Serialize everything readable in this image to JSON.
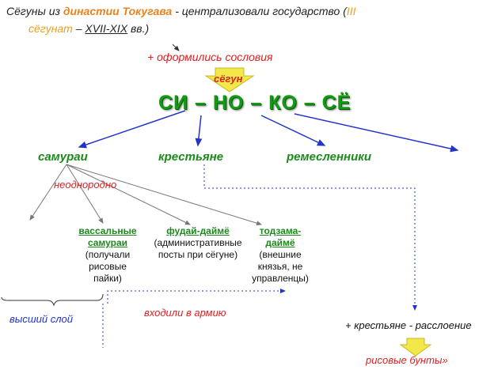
{
  "header": {
    "part1": "Сёгуны из ",
    "dynasty": "династии Токугава",
    "part2": " - централизовали государство (",
    "roman": "III",
    "part3": "сёгунат",
    "dash": " – ",
    "centuries": "XVII-XIX",
    "part4": " вв.)"
  },
  "estates_note": "+ оформились сословия",
  "shogun_label": "сёгун",
  "abbreviation": "СИ – НО – КО – СЁ",
  "estates": {
    "samurai": "самураи",
    "peasants": "крестьяне",
    "artisans": "ремесленники"
  },
  "heterogeneous": "неоднородно",
  "samurai_groups": {
    "vassal_title": "вассальные самураи",
    "vassal_desc": "(получали рисовые пайки)",
    "fudai_title": "фудай-даймё",
    "fudai_desc": "(административные посты при сёгуне)",
    "tozama_title": "тодзама-даймё",
    "tozama_desc": "(внешние князья, не управленцы)"
  },
  "top_layer": "высший слой",
  "army": "входили в армию",
  "peasant_stratification": "+ крестьяне - расслоение",
  "rice_riots": "рисовые бунты»",
  "colors": {
    "orange": "#e8821e",
    "green": "#1a8a1a",
    "blue": "#2233cc",
    "red": "#e02020",
    "yellow": "#f0e040"
  }
}
